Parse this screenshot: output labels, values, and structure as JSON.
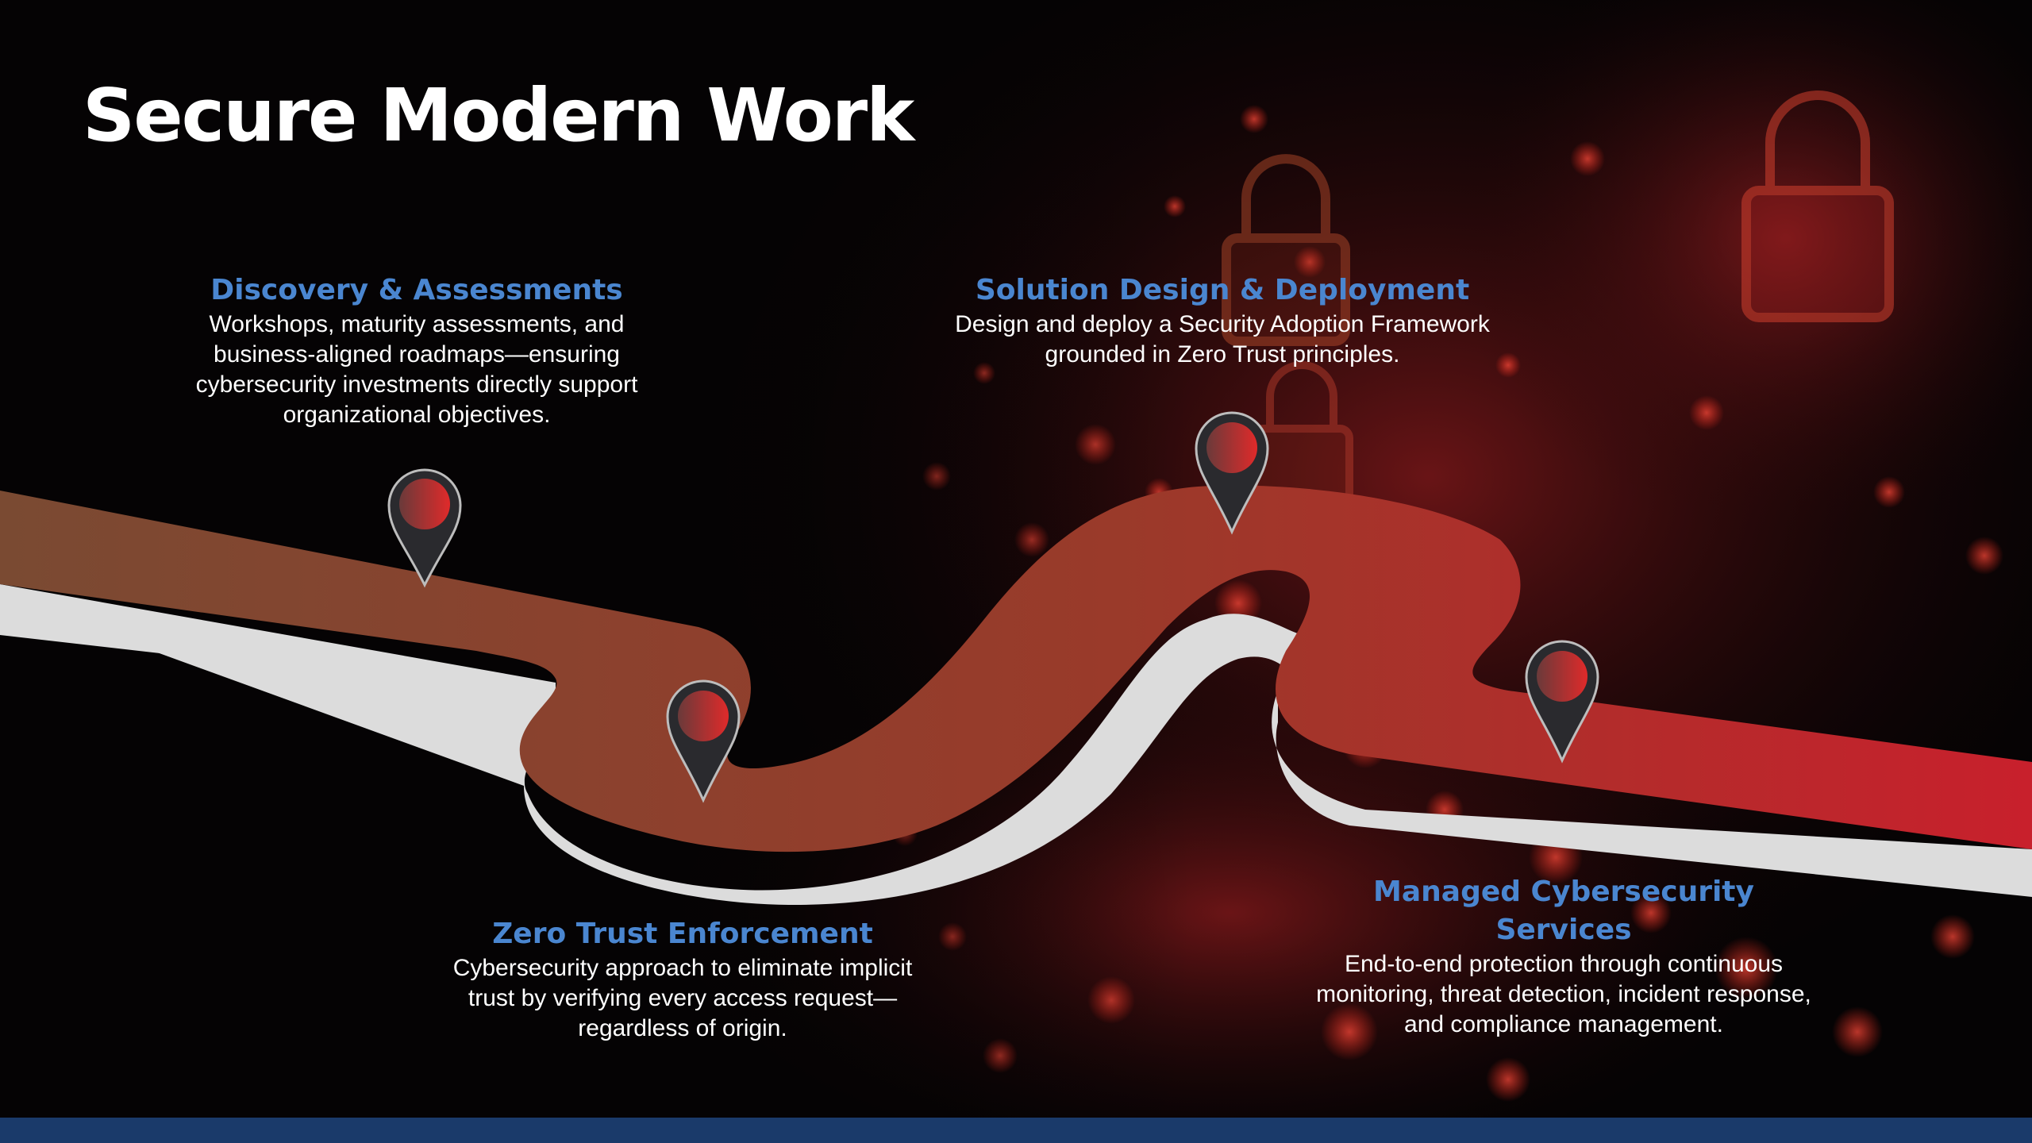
{
  "slide": {
    "title": "Secure Modern Work",
    "steps": [
      {
        "title": "Discovery & Assessments",
        "description": "Workshops, maturity assessments, and business-aligned roadmaps—ensuring cybersecurity investments directly support organizational objectives."
      },
      {
        "title": "Solution Design & Deployment",
        "description": "Design and deploy a Security Adoption Framework grounded in Zero Trust principles."
      },
      {
        "title": "Zero Trust Enforcement",
        "description": "Cybersecurity approach to eliminate implicit trust by verifying every access request—regardless of origin."
      },
      {
        "title": "Managed Cybersecurity Services",
        "description": "End-to-end protection through continuous monitoring, threat detection, incident response, and compliance management."
      }
    ]
  },
  "colors": {
    "title": "#ffffff",
    "step_title": "#4a86d0",
    "road_start": "#7a4a32",
    "road_end": "#c8202c",
    "road_edge": "#dcdcdc",
    "footer_bar": "#1a3a6a",
    "background": "#050304"
  },
  "icons": [
    "map-pin-icon",
    "padlock-icon"
  ]
}
